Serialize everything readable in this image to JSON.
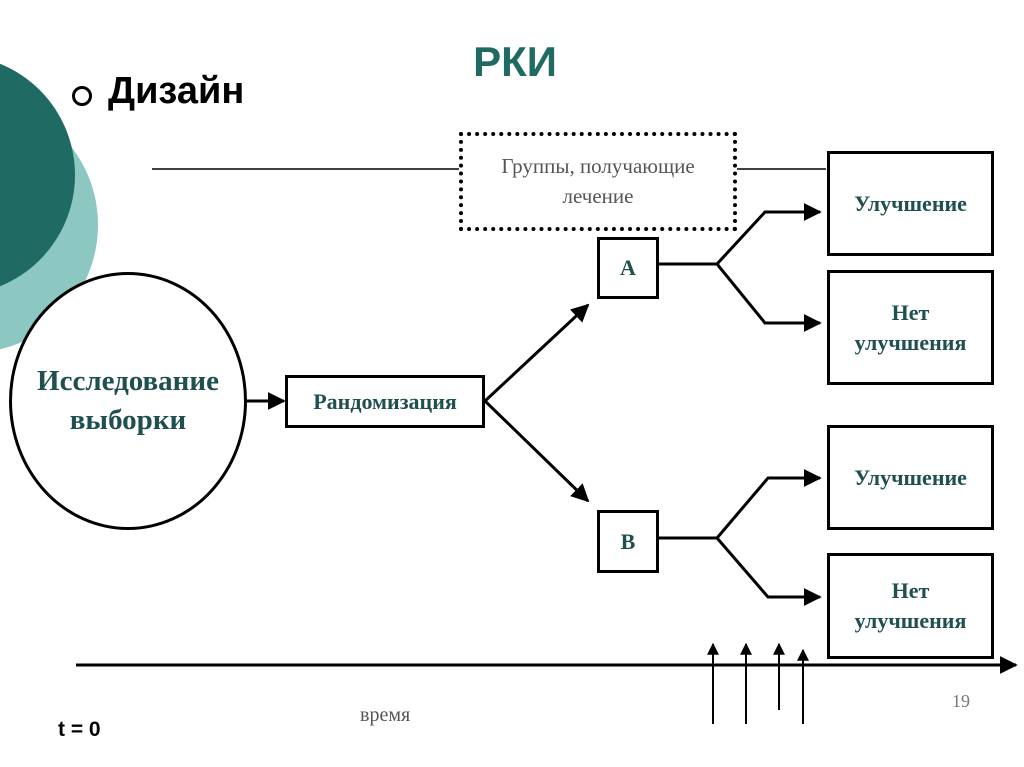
{
  "title": "РКИ",
  "heading": "Дизайн",
  "nodes": {
    "study": "Исследование выборки",
    "randomization": "Рандомизация",
    "groups_note": "Группы, получающие лечение",
    "group_a": "А",
    "group_b": "В",
    "a_improvement": "Улучшение",
    "a_no_improvement": "Нет улучшения",
    "b_improvement": "Улучшение",
    "b_no_improvement": "Нет улучшения"
  },
  "timeline": {
    "label": "время",
    "start": "t = 0"
  },
  "page_number": "19",
  "colors": {
    "accent_teal": "#1f6b63",
    "accent_teal_light": "#8cc7c1",
    "box_text": "#1f4f4f"
  }
}
